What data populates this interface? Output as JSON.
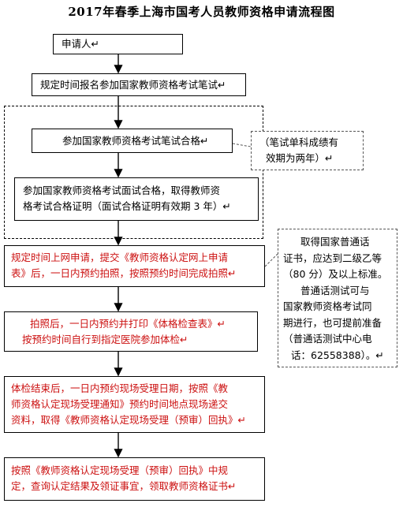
{
  "title": "2017年春季上海市国考人员教师资格申请流程图",
  "steps": {
    "s1": "申请人↵",
    "s2": "规定时间报名参加国家教师资格考试笔试↵",
    "s3": "参加国家教师资格考试笔试合格↵",
    "s4a": "参加国家教师资格考试面试合格，取得教师资",
    "s4b": "格考试合格证明（面试合格证明有效期 3 年）↵",
    "s5a": "规定时间上网申请，提交《教师资格认定网上申请",
    "s5b": "表》后，一日内预约拍照，按照预约时间完成拍照↵",
    "s6a": "拍照后，一日内预约并打印《体格检查表》↵",
    "s6b": "按预约时间自行到指定医院参加体检↵",
    "s7a": "体检结束后，一日内预约现场受理日期，按照《教",
    "s7b": "师资格认定现场受理通知》预约时间地点现场递交",
    "s7c": "资料，取得《教师资格认定现场受理（预审）回执》↵",
    "s8a": "按照《教师资格认定现场受理（预审）回执》中规",
    "s8b": "定，查询认定结果及领证事宜，领取教师资格证书↵"
  },
  "notes": {
    "n1a": "（笔试单科成绩有",
    "n1b": "效期为两年）↵",
    "n2a": "取得国家普通话",
    "n2b": "证书，应达到二级乙等",
    "n2c": "（80 分）及以上标准。",
    "n2d": "普通话测试可与",
    "n2e": "国家教师资格考试同",
    "n2f": "期进行，也可提前准备",
    "n2g": "（普通话测试中心电",
    "n2h": "话：62558388）。↵"
  },
  "colors": {
    "line": "#000000",
    "red_text": "#cc1111"
  }
}
